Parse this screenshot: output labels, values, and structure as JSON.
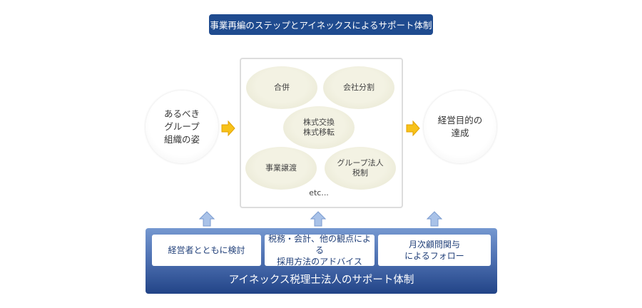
{
  "title": "事業再編のステップとアイネックスによるサポート体制",
  "left_circle": "あるべき\nグループ\n組織の姿",
  "right_circle": "経営目的の\n達成",
  "methods": [
    "合併",
    "会社分割",
    "株式交換\n株式移転",
    "事業譲渡",
    "グループ法人\n税制"
  ],
  "etc": "etc...",
  "support": {
    "items": [
      "経営者とともに検討",
      "税務・会計、他の観点による\n採用方法のアドバイス",
      "月次顧問関与\nによるフォロー"
    ],
    "caption": "アイネックス税理士法人のサポート体制"
  },
  "colors": {
    "title_bg": "#1f4b8f",
    "arrow_right": "#f5b800",
    "arrow_up": "#8fb0e0"
  }
}
